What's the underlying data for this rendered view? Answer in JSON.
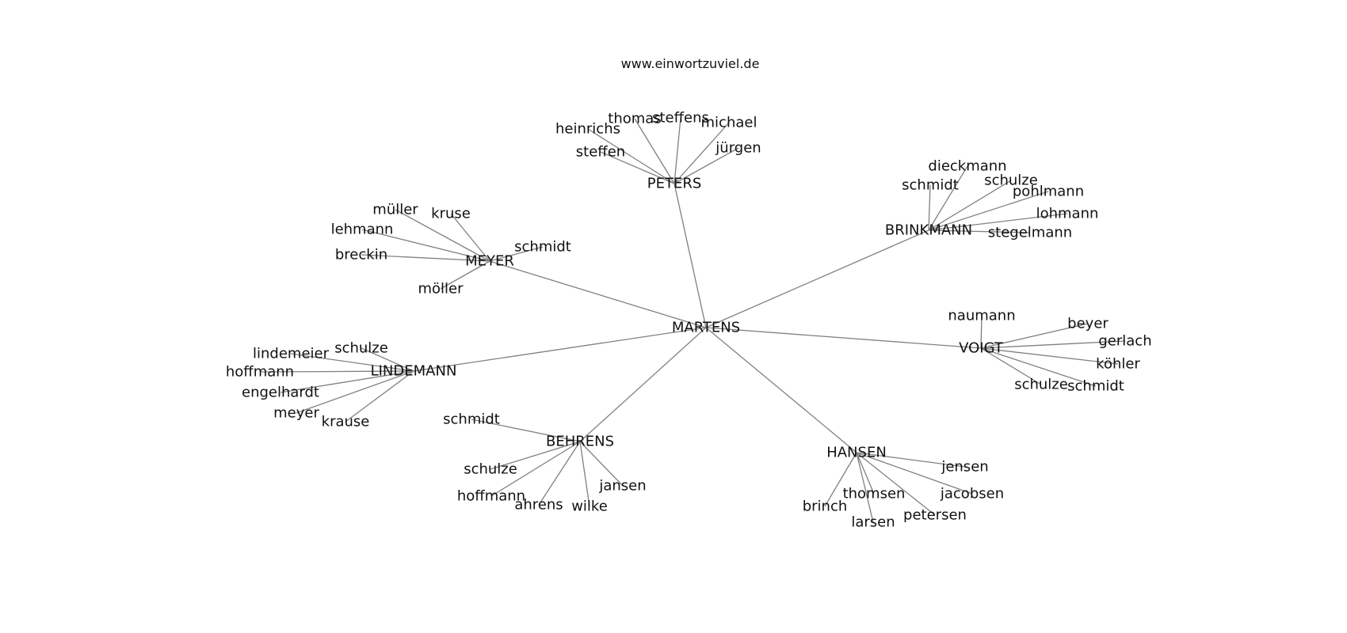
{
  "credit": "www.einwortzuviel.de",
  "graph": {
    "root": "MARTENS",
    "groups": [
      {
        "name": "PETERS",
        "children": [
          "heinrichs",
          "thomas",
          "steffens",
          "michael",
          "jürgen",
          "steffen"
        ]
      },
      {
        "name": "BRINKMANN",
        "children": [
          "dieckmann",
          "schmidt",
          "schulze",
          "pohlmann",
          "lohmann",
          "stegelmann"
        ]
      },
      {
        "name": "MEYER",
        "children": [
          "müller",
          "kruse",
          "lehmann",
          "schmidt",
          "breckin",
          "möller"
        ]
      },
      {
        "name": "VOIGT",
        "children": [
          "naumann",
          "beyer",
          "gerlach",
          "köhler",
          "schulze",
          "schmidt"
        ]
      },
      {
        "name": "LINDEMANN",
        "children": [
          "lindemeier",
          "schulze",
          "hoffmann",
          "engelhardt",
          "meyer",
          "krause"
        ]
      },
      {
        "name": "BEHRENS",
        "children": [
          "schmidt",
          "schulze",
          "hoffmann",
          "ahrens",
          "wilke",
          "jansen"
        ]
      },
      {
        "name": "HANSEN",
        "children": [
          "jensen",
          "jacobsen",
          "thomsen",
          "petersen",
          "larsen",
          "brinch"
        ]
      }
    ]
  }
}
